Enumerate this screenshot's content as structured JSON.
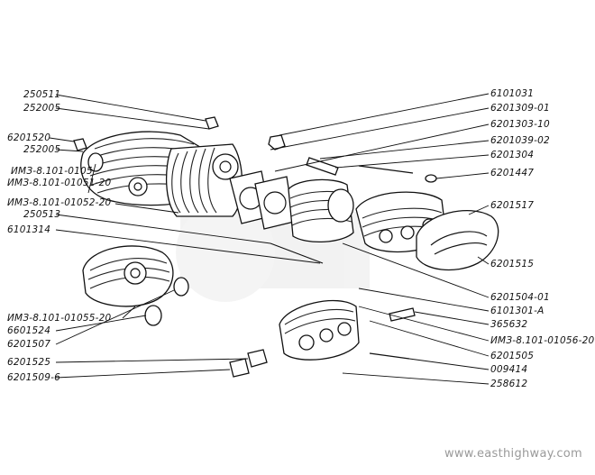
{
  "labels_left": [
    "250511",
    "252005",
    "6201520",
    "252005",
    "ИМЗ-8.101-0105",
    "ИМЗ-8.101-01051-20",
    "ИМЗ-8.101-01052-20",
    "250513",
    "6101314",
    "ИМЗ-8.101-01055-20",
    "6601524",
    "6201507",
    "6201525",
    "6201509-6"
  ],
  "labels_right": [
    "6101031",
    "6201309-01",
    "6201303-10",
    "6201039-02",
    "6201304",
    "6201447",
    "6201517",
    "6201515",
    "6201504-01",
    "6101301-А",
    "365632",
    "ИМЗ-8.101-01056-20",
    "6201505",
    "009414",
    "258612"
  ],
  "watermark": "www.easthighway.com",
  "colors": {
    "ink": "#111111",
    "watermark": "#9a9a9a",
    "background": "#ffffff"
  }
}
